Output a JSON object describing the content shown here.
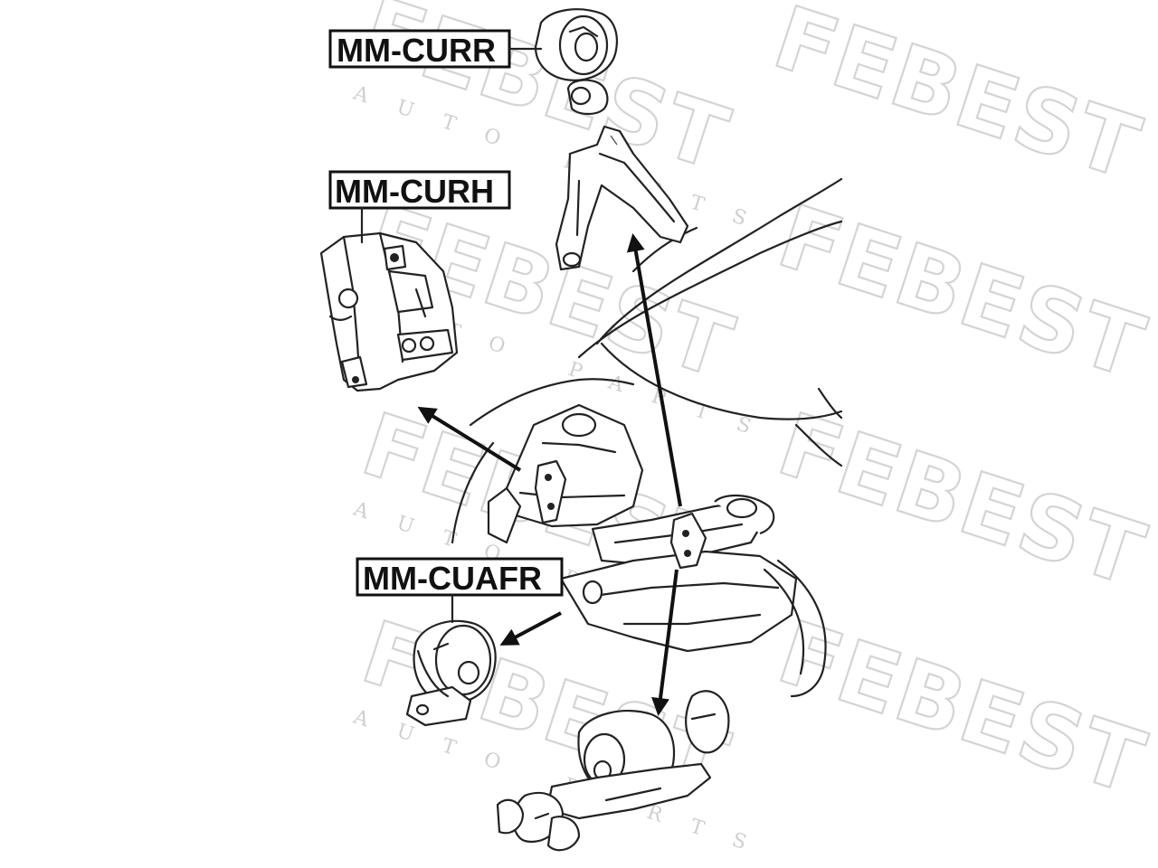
{
  "watermark": {
    "brand": "FEBEST",
    "sub": "AUTO PARTS"
  },
  "labels": {
    "curr": "MM-CURR",
    "curh": "MM-CURH",
    "cuafr": "MM-CUAFR"
  },
  "colors": {
    "line": "#222222",
    "watermark": "#d4d4d4",
    "background": "#ffffff"
  }
}
